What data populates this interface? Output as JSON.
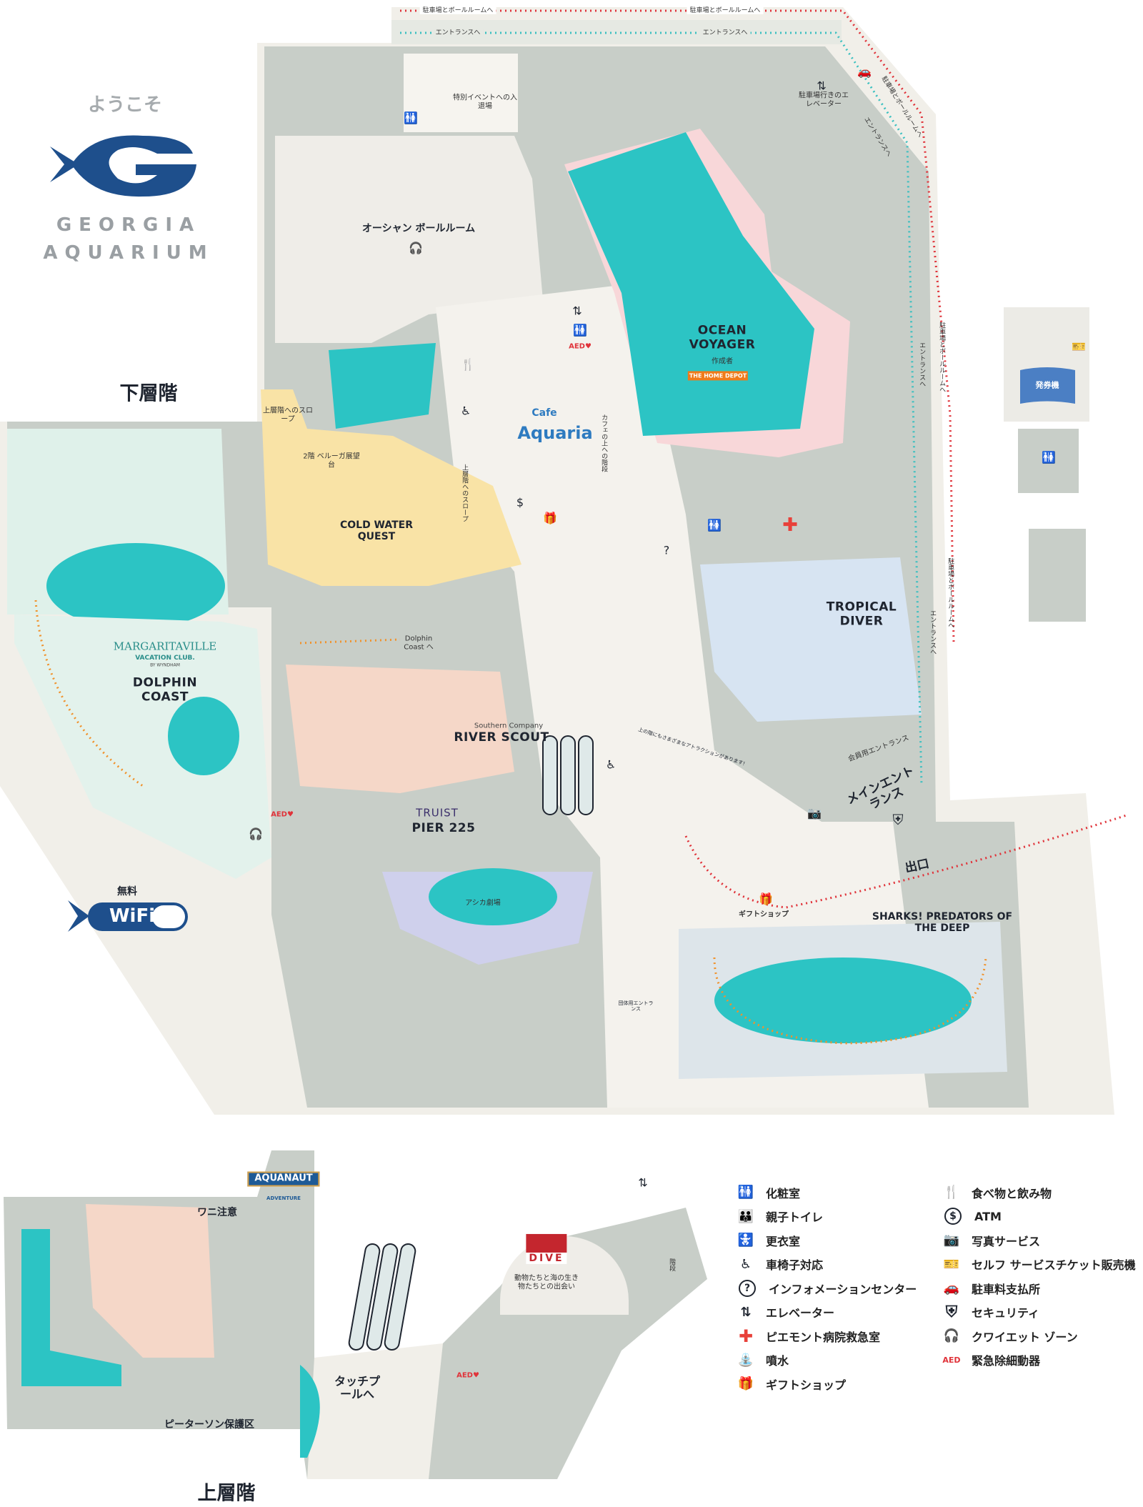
{
  "logo": {
    "welcome": "ようこそ",
    "line1": "GEORGIA",
    "line2": "AQUARIUM"
  },
  "floors": {
    "lower": "下層階",
    "upper": "上層階"
  },
  "wifi": {
    "free": "無料",
    "label": "WiFi"
  },
  "paths": {
    "to_parking_ballroom": "駐車場とボールルームへ",
    "to_entrance": "エントランスへ"
  },
  "lower_floor": {
    "special_event": "特別イベントへの入退場",
    "parking_elevator": "駐車場行きのエレベーター",
    "ballroom": "オーシャン ボールルーム",
    "ocean_voyager": "OCEAN VOYAGER",
    "ocean_voyager_sponsor": "作成者",
    "ocean_voyager_sponsor_logo": "THE HOME DEPOT",
    "cafe_small": "Cafe",
    "cafe_big": "Aquaria",
    "cafe_stairs": "カフェの上への階段",
    "slope_upper": "上層階へのスロープ",
    "slope_upper_2": "上層階へのスロープ",
    "beluga_deck": "2階 ベルーガ展望台",
    "cold_water_quest": "COLD WATER QUEST",
    "tropical_diver": "TROPICAL DIVER",
    "dolphin_coast_to": "Dolphin Coast へ",
    "margaritaville": "MARGARITAVILLE",
    "margaritaville_sub": "VACATION CLUB.",
    "margaritaville_by": "BY WYNDHAM",
    "dolphin_coast": "DOLPHIN COAST",
    "river_scout_sponsor": "Southern Company",
    "river_scout": "RIVER SCOUT",
    "pier_sponsor": "TRUIST",
    "pier": "PIER 225",
    "sea_lion_theater": "アシカ劇場",
    "member_entrance": "会員用エントランス",
    "main_entrance": "メインエントランス",
    "exit": "出口",
    "gift_shop": "ギフトショップ",
    "sharks": "SHARKS! PREDATORS OF THE DEEP",
    "group_entrance": "団体用エントランス",
    "more_attractions": "上の階にもさまざまなアトラクションがあります!",
    "ticket_machine": "発券機"
  },
  "upper_floor": {
    "gator_warning": "ワニ注意",
    "peterson": "ピーターソン保護区",
    "touch_pool": "タッチプールへ",
    "aquanaut": "AQUANAUT",
    "aquanaut_sub": "ADVENTURE",
    "dive": "DIVE",
    "dive_desc": "動物たちと海の生き物たちとの出会い",
    "stairs": "階段"
  },
  "legend": {
    "col1": [
      {
        "icon": "restroom-icon",
        "glyph": "🚻",
        "label": "化粧室"
      },
      {
        "icon": "family-restroom-icon",
        "glyph": "👪",
        "label": "親子トイレ"
      },
      {
        "icon": "changing-room-icon",
        "glyph": "🚼",
        "label": "更衣室"
      },
      {
        "icon": "wheelchair-icon",
        "glyph": "♿",
        "label": "車椅子対応"
      },
      {
        "icon": "information-icon",
        "glyph": "?",
        "label": "インフォメーションセンター"
      },
      {
        "icon": "elevator-icon",
        "glyph": "⇅",
        "label": "エレベーター"
      },
      {
        "icon": "first-aid-icon",
        "glyph": "✚",
        "label": "ピエモント病院救急室"
      },
      {
        "icon": "water-fountain-icon",
        "glyph": "⛲",
        "label": "噴水"
      },
      {
        "icon": "gift-shop-icon",
        "glyph": "🎁",
        "label": "ギフトショップ"
      }
    ],
    "col2": [
      {
        "icon": "food-drink-icon",
        "glyph": "🍴",
        "label": "食べ物と飲み物"
      },
      {
        "icon": "atm-icon",
        "glyph": "$",
        "label": "ATM"
      },
      {
        "icon": "camera-icon",
        "glyph": "📷",
        "label": "写真サービス"
      },
      {
        "icon": "ticket-kiosk-icon",
        "glyph": "🎫",
        "label": "セルフ サービスチケット販売機"
      },
      {
        "icon": "parking-pay-icon",
        "glyph": "🚗",
        "label": "駐車料支払所"
      },
      {
        "icon": "security-icon",
        "glyph": "⛨",
        "label": "セキュリティ"
      },
      {
        "icon": "quiet-zone-icon",
        "glyph": "🎧",
        "label": "クワイエット ゾーン"
      },
      {
        "icon": "aed-icon",
        "glyph": "AED",
        "label": "緊急除細動器"
      }
    ]
  },
  "colors": {
    "brand_blue": "#1e4f8c",
    "water_teal": "#2cc4c4",
    "building_gray": "#c8cec8",
    "walkway": "#f4f2ed",
    "path_red": "#e0333a",
    "path_teal": "#3cc0c0",
    "path_orange": "#f0922c",
    "first_aid_red": "#e8413a",
    "ticket_blue": "#4b7fc4"
  }
}
